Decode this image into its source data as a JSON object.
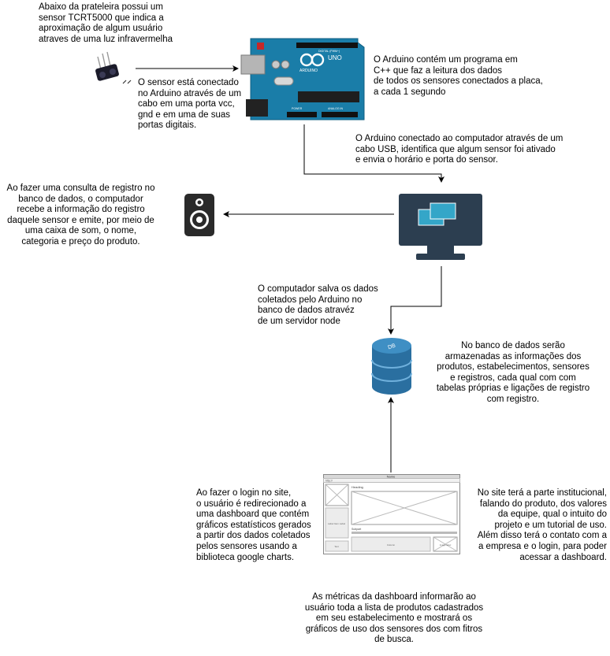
{
  "texts": {
    "sensor_desc": "Abaixo da prateleira possui um\nsensor TCRT5000 que indica a\naproximação de algum usuário\natraves de uma luz infravermelha",
    "sensor_conn": "O sensor está conectado\nno Arduino através de um\ncabo em uma porta vcc,\ngnd e em uma de suas\nportas digitais.",
    "arduino_prog": "O Arduino contém um programa em\nC++ que faz a leitura dos dados\nde todos os sensores conectados a placa,\na cada 1 segundo",
    "arduino_usb": "O Arduino conectado ao computador através de um\ncabo USB, identifica que algum sensor foi ativado\ne envia o horário e porta do sensor.",
    "speaker_desc": "Ao fazer uma consulta de registro no\nbanco de dados, o computador\nrecebe a informação do registro\ndaquele sensor e emite, por meio de\numa caixa de som, o nome,\ncategoria e preço do produto.",
    "computer_save": "O computador salva os dados\ncoletados pelo Arduino no\nbanco de dados atravéz\nde um servidor node",
    "db_desc": "No banco de dados serão\narmazenadas as informações dos\nprodutos, estabelecimentos, sensores\ne registros, cada qual com com\ntabelas próprias e ligações de registro\ncom registro.",
    "login_desc": "Ao fazer o login no site,\no usuário é redirecionado a\numa dashboard que contém\ngráficos estatísticos gerados\na partir dos dados coletados\npelos sensores usando a\nbiblioteca google charts.",
    "site_desc": "No site terá a parte institucional,\nfalando do produto, dos valores\nda equipe, qual o intuito do\nprojeto e um tutorial de uso.\nAlém disso terá o contato com a\na empresa e o login, para poder\nacessar a dashboard.",
    "metrics_desc": "As métricas da dashboard informarão ao\nusuário toda a lista de produtos cadastrados\nem seu estabelecimento e mostrará os\ngráficos de uso dos sensores dos com fitros\nde busca."
  },
  "arduino": {
    "brand": "ARDUINO",
    "model": "UNO",
    "header_digital": "DIGITAL (PWM~)",
    "header_power": "POWER",
    "header_analog": "ANALOG IN"
  },
  "db": {
    "label": "DB"
  },
  "wireframe": {
    "title": "Name",
    "url": "http://",
    "heading": "Heading",
    "subpart": "Subpart",
    "box_left_mid": "Label Item Label",
    "box_bottom_left": "Text",
    "box_bottom_mid": "Column",
    "box_bottom_right": "Image label"
  },
  "colors": {
    "arduino_board": "#1a7da8",
    "monitor": "#2c3e50",
    "monitor_screen": "#34a6c8",
    "db": "#2a6fa0",
    "speaker": "#2a2a2a"
  }
}
